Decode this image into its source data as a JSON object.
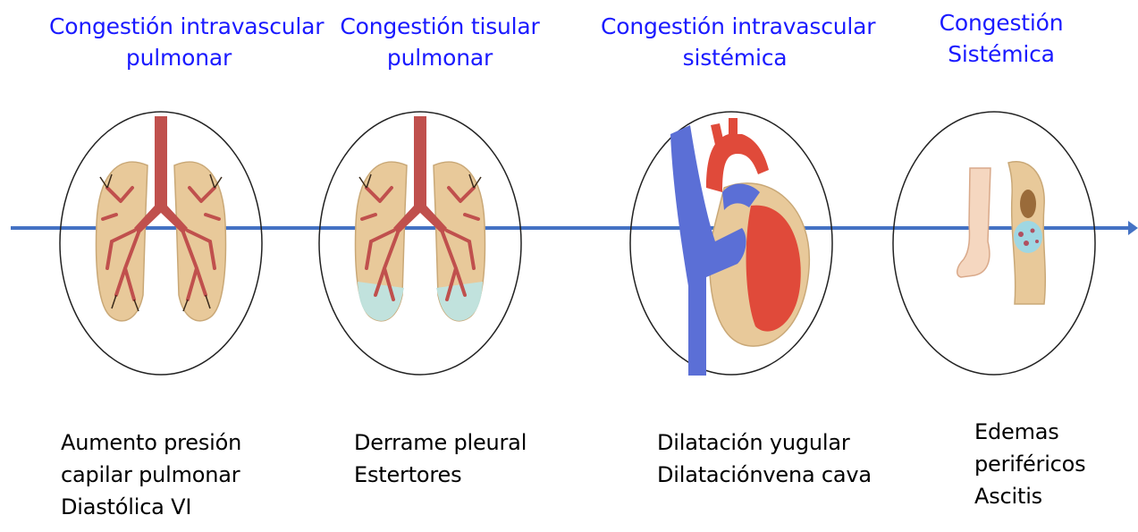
{
  "stages": [
    {
      "title": [
        "Congestión intravascular",
        "pulmonar"
      ],
      "description": [
        "Aumento presión",
        "capilar pulmonar",
        "Diastólica VI"
      ]
    },
    {
      "title": [
        "Congestión tisular",
        "pulmonar"
      ],
      "description": [
        "Derrame pleural",
        "Estertores"
      ]
    },
    {
      "title": [
        "Congestión intravascular",
        "sistémica"
      ],
      "description": [
        "Dilatación yugular",
        "Dilataciónvena cava"
      ]
    },
    {
      "title": [
        "Congestión",
        "Sistémica"
      ],
      "description": [
        "Edemas",
        "periféricos",
        "Ascitis"
      ]
    }
  ],
  "colors": {
    "title": "#1a1aff",
    "axis": "#4472c4",
    "lung": "#e8c99a",
    "bronchi": "#c0504d",
    "fluid": "#bfe4e0",
    "vein": "#5b6fd6",
    "artery": "#e04a3a"
  }
}
